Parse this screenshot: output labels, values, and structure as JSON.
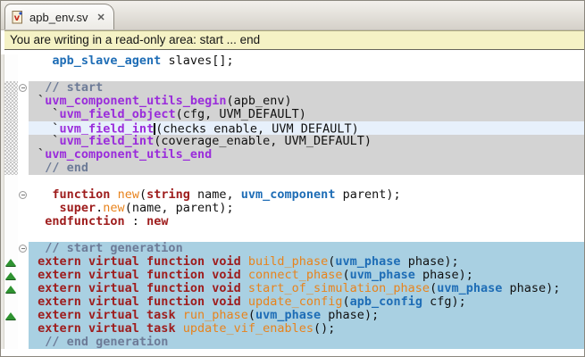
{
  "tab": {
    "title": "apb_env.sv",
    "close_glyph": "✕",
    "file_icon_letter": "v"
  },
  "banner": {
    "text": "You are writing in a read-only area: start ... end"
  },
  "colors": {
    "keyword": "#9e1c1c",
    "type": "#1e6db6",
    "function": "#e8831c",
    "macro": "#9a2cdb",
    "comment": "#6d7b97",
    "backtick": "#3a3a3a",
    "plain": "#111111",
    "gray_region": "#d3d3d3",
    "blue_region": "#a9d0e2",
    "current_line": "#e7f0fb",
    "banner_bg": "#f5f2c5",
    "marker_green": "#2f9331"
  },
  "editor": {
    "lines": [
      {
        "region": null,
        "fold": false,
        "marker": false,
        "tokens": [
          [
            "   ",
            "plain"
          ],
          [
            "apb_slave_agent",
            "type"
          ],
          [
            " slaves[];",
            "plain"
          ]
        ]
      },
      {
        "region": null,
        "fold": false,
        "marker": false,
        "tokens": []
      },
      {
        "region": "gray",
        "fold": true,
        "marker": false,
        "tokens": [
          [
            "  ",
            "plain"
          ],
          [
            "// start",
            "comment"
          ]
        ]
      },
      {
        "region": "gray",
        "fold": false,
        "marker": false,
        "tokens": [
          [
            " ",
            "plain"
          ],
          [
            "`",
            "backtick"
          ],
          [
            "uvm_component_utils_begin",
            "macro"
          ],
          [
            "(apb_env)",
            "plain"
          ]
        ]
      },
      {
        "region": "gray",
        "fold": false,
        "marker": false,
        "tokens": [
          [
            "   ",
            "plain"
          ],
          [
            "`",
            "backtick"
          ],
          [
            "uvm_field_object",
            "macro"
          ],
          [
            "(cfg, UVM_DEFAULT)",
            "plain"
          ]
        ]
      },
      {
        "region": "current",
        "fold": false,
        "marker": false,
        "tokens": [
          [
            "   ",
            "plain"
          ],
          [
            "`",
            "backtick"
          ],
          [
            "uvm_field_int",
            "macro"
          ],
          [
            "",
            "caret"
          ],
          [
            "(checks_enable, UVM_DEFAULT)",
            "plain"
          ]
        ]
      },
      {
        "region": "gray",
        "fold": false,
        "marker": false,
        "tokens": [
          [
            "   ",
            "plain"
          ],
          [
            "`",
            "backtick"
          ],
          [
            "uvm_field_int",
            "macro"
          ],
          [
            "(coverage_enable, UVM_DEFAULT)",
            "plain"
          ]
        ]
      },
      {
        "region": "gray",
        "fold": false,
        "marker": false,
        "tokens": [
          [
            " ",
            "plain"
          ],
          [
            "`",
            "backtick"
          ],
          [
            "uvm_component_utils_end",
            "macro"
          ]
        ]
      },
      {
        "region": "gray",
        "fold": false,
        "marker": false,
        "tokens": [
          [
            "  ",
            "plain"
          ],
          [
            "// end",
            "comment"
          ]
        ]
      },
      {
        "region": null,
        "fold": false,
        "marker": false,
        "tokens": []
      },
      {
        "region": null,
        "fold": true,
        "marker": false,
        "tokens": [
          [
            "   ",
            "plain"
          ],
          [
            "function",
            "keyword"
          ],
          [
            " ",
            "plain"
          ],
          [
            "new",
            "function"
          ],
          [
            "(",
            "plain"
          ],
          [
            "string",
            "keyword"
          ],
          [
            " name, ",
            "plain"
          ],
          [
            "uvm_component",
            "type"
          ],
          [
            " parent);",
            "plain"
          ]
        ]
      },
      {
        "region": null,
        "fold": false,
        "marker": false,
        "tokens": [
          [
            "    ",
            "plain"
          ],
          [
            "super",
            "keyword"
          ],
          [
            ".",
            "plain"
          ],
          [
            "new",
            "function"
          ],
          [
            "(name, parent);",
            "plain"
          ]
        ]
      },
      {
        "region": null,
        "fold": false,
        "marker": false,
        "tokens": [
          [
            "  ",
            "plain"
          ],
          [
            "endfunction",
            "keyword"
          ],
          [
            " : ",
            "plain"
          ],
          [
            "new",
            "keyword"
          ]
        ]
      },
      {
        "region": null,
        "fold": false,
        "marker": false,
        "tokens": []
      },
      {
        "region": "blue",
        "fold": true,
        "marker": false,
        "tokens": [
          [
            "  ",
            "plain"
          ],
          [
            "// start generation",
            "comment"
          ]
        ]
      },
      {
        "region": "blue",
        "fold": false,
        "marker": true,
        "tokens": [
          [
            " ",
            "plain"
          ],
          [
            "extern virtual function void",
            "keyword"
          ],
          [
            " ",
            "plain"
          ],
          [
            "build_phase",
            "function"
          ],
          [
            "(",
            "plain"
          ],
          [
            "uvm_phase",
            "type"
          ],
          [
            " phase);",
            "plain"
          ]
        ]
      },
      {
        "region": "blue",
        "fold": false,
        "marker": true,
        "tokens": [
          [
            " ",
            "plain"
          ],
          [
            "extern virtual function void",
            "keyword"
          ],
          [
            " ",
            "plain"
          ],
          [
            "connect_phase",
            "function"
          ],
          [
            "(",
            "plain"
          ],
          [
            "uvm_phase",
            "type"
          ],
          [
            " phase);",
            "plain"
          ]
        ]
      },
      {
        "region": "blue",
        "fold": false,
        "marker": true,
        "tokens": [
          [
            " ",
            "plain"
          ],
          [
            "extern virtual function void",
            "keyword"
          ],
          [
            " ",
            "plain"
          ],
          [
            "start_of_simulation_phase",
            "function"
          ],
          [
            "(",
            "plain"
          ],
          [
            "uvm_phase",
            "type"
          ],
          [
            " phase);",
            "plain"
          ]
        ]
      },
      {
        "region": "blue",
        "fold": false,
        "marker": false,
        "tokens": [
          [
            " ",
            "plain"
          ],
          [
            "extern virtual function void",
            "keyword"
          ],
          [
            " ",
            "plain"
          ],
          [
            "update_config",
            "function"
          ],
          [
            "(",
            "plain"
          ],
          [
            "apb_config",
            "type"
          ],
          [
            " cfg);",
            "plain"
          ]
        ]
      },
      {
        "region": "blue",
        "fold": false,
        "marker": true,
        "tokens": [
          [
            " ",
            "plain"
          ],
          [
            "extern virtual task",
            "keyword"
          ],
          [
            " ",
            "plain"
          ],
          [
            "run_phase",
            "function"
          ],
          [
            "(",
            "plain"
          ],
          [
            "uvm_phase",
            "type"
          ],
          [
            " phase);",
            "plain"
          ]
        ]
      },
      {
        "region": "blue",
        "fold": false,
        "marker": false,
        "tokens": [
          [
            " ",
            "plain"
          ],
          [
            "extern virtual task",
            "keyword"
          ],
          [
            " ",
            "plain"
          ],
          [
            "update_vif_enables",
            "function"
          ],
          [
            "();",
            "plain"
          ]
        ]
      },
      {
        "region": "blue",
        "fold": false,
        "marker": false,
        "tokens": [
          [
            "  ",
            "plain"
          ],
          [
            "// end generation",
            "comment"
          ]
        ]
      }
    ]
  }
}
